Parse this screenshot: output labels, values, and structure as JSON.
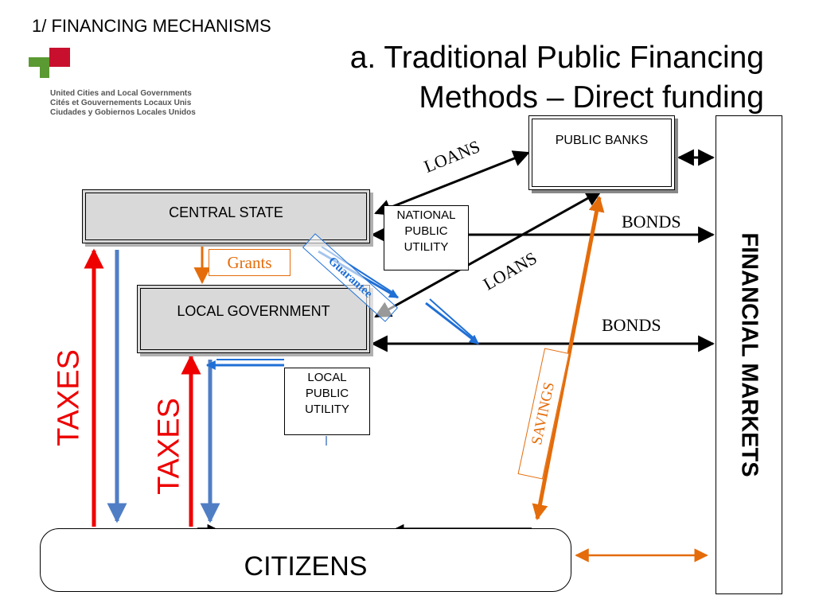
{
  "slide": {
    "section_title": "1/ FINANCING MECHANISMS",
    "title_line1": "a. Traditional Public Financing",
    "title_line2": "Methods – Direct funding"
  },
  "logo": {
    "org_en": "United Cities and Local Governments",
    "org_fr": "Cités et Gouvernements Locaux Unis",
    "org_es": "Ciudades y Gobiernos Locales Unidos",
    "colors": {
      "green": "#5b9a32",
      "red": "#c8102e"
    }
  },
  "nodes": {
    "central_state": "CENTRAL STATE",
    "local_government": "LOCAL GOVERNMENT",
    "public_banks": "PUBLIC BANKS",
    "national_utility": [
      "NATIONAL",
      "PUBLIC",
      "UTILITY"
    ],
    "local_utility": [
      "LOCAL",
      "PUBLIC",
      "UTILITY"
    ],
    "financial_markets": "FINANCIAL MARKETS",
    "citizens": "CITIZENS"
  },
  "flows": {
    "loans_upper": "LOANS",
    "loans_lower": "LOANS",
    "bonds_upper": "BONDS",
    "bonds_lower": "BONDS",
    "grants": "Grants",
    "guarantee": "Guarantee",
    "savings": "SAVINGS",
    "taxes_central": "TAXES",
    "taxes_local": "TAXES"
  },
  "colors": {
    "taxes": "#ee0000",
    "spending": "#4f7ec5",
    "guarantee": "#1f6fd6",
    "orange": "#e46c0a",
    "box_fill": "#d9d9d9"
  }
}
